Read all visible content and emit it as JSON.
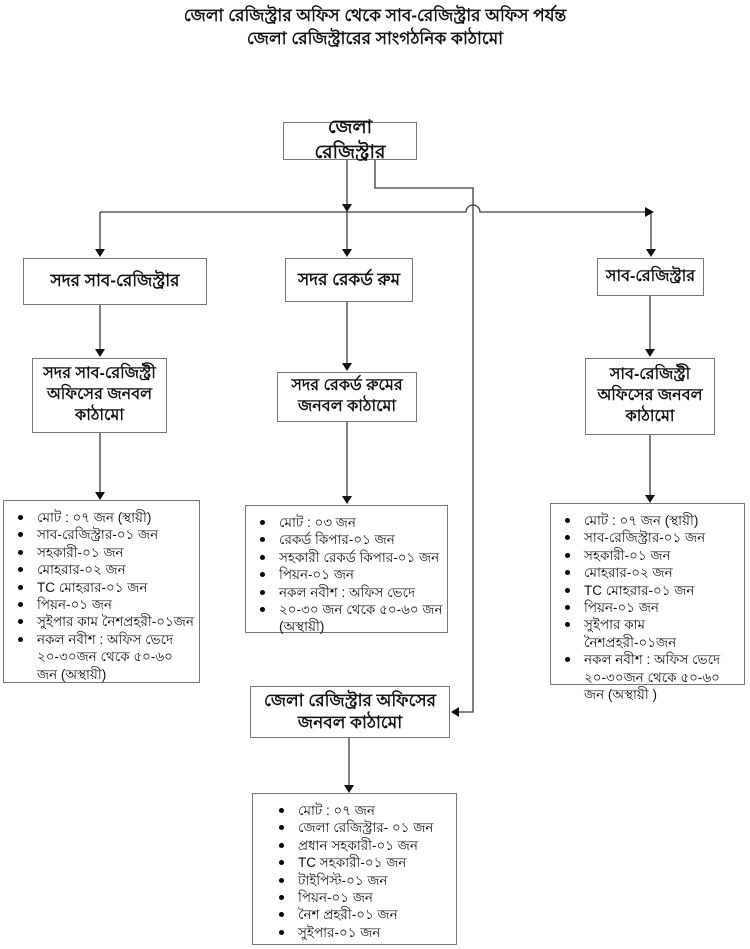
{
  "title": {
    "line1": "জেলা রেজিস্ট্রার অফিস থেকে সাব-রেজিস্ট্রার অফিস পর্যন্ত",
    "line2": "জেলা রেজিস্ট্রারের সাংগঠনিক কাঠামো"
  },
  "nodes": {
    "district_registrar": "জেলা রেজিস্ট্রার",
    "sadar_sub_registrar": "সদর সাব-রেজিস্ট্রার",
    "sadar_record_room": "সদর রেকর্ড রুম",
    "sub_registrar": "সাব-রেজিস্ট্রার",
    "sadar_sub_registry_staff": "সদর সাব-রেজিস্ট্রী অফিসের জনবল কাঠামো",
    "sadar_record_room_staff": "সদর রেকর্ড রুমের জনবল কাঠামো",
    "sub_registry_staff": "সাব-রেজিস্ট্রী অফিসের জনবল কাঠামো",
    "district_registrar_office_staff": "জেলা রেজিস্ট্রার অফিসের জনবল কাঠামো"
  },
  "lists": {
    "sadar_sub_registry_office": [
      "মোট : ০৭ জন (স্থায়ী)",
      "সাব-রেজিস্ট্রার-০১ জন",
      "সহকারী-০১ জন",
      "মোহরার-০২ জন",
      "TC মোহরার-০১ জন",
      "পিয়ন-০১ জন",
      "সুইপার কাম নৈশপ্রহরী-০১জন",
      "নকল নবীশ : অফিস ভেদে ২০-৩০জন থেকে ৫০-৬০ জন (অস্থায়ী)"
    ],
    "sadar_record_room": [
      "মোট : ০৩ জন",
      "রেকর্ড কিপার-০১ জন",
      "সহকারী রেকর্ড কিপার-০১ জন",
      "পিয়ন-০১ জন",
      "নকল নবীশ : অফিস ভেদে",
      "২০-৩০ জন থেকে ৫০-৬০ জন (অস্থায়ী)"
    ],
    "sub_registry_office": [
      "মোট : ০৭ জন (স্থায়ী)",
      "সাব-রেজিস্ট্রার-০১ জন",
      "সহকারী-০১ জন",
      "মোহরার-০২ জন",
      "TC মোহরার-০১ জন",
      "পিয়ন-০১ জন",
      "সুইপার কাম নৈশপ্রহরী-০১জন",
      "নকল নবীশ : অফিস ভেদে ২০-৩০জন থেকে ৫০-৬০ জন (অস্থায়ী )"
    ],
    "district_registrar_office": [
      "মোট : ০৭ জন",
      "জেলা রেজিস্ট্রার- ০১ জন",
      "প্রধান সহকারী-০১ জন",
      "TC সহকারী-০১ জন",
      "টাইপিস্ট-০১ জন",
      "পিয়ন-০১ জন",
      "নৈশ প্রহরী-০১ জন",
      "সুইপার-০১ জন"
    ]
  },
  "colors": {
    "line": "#3c3c3c",
    "arrow": "#111111",
    "border": "#777777",
    "text": "#111111",
    "background": "#ffffff"
  }
}
